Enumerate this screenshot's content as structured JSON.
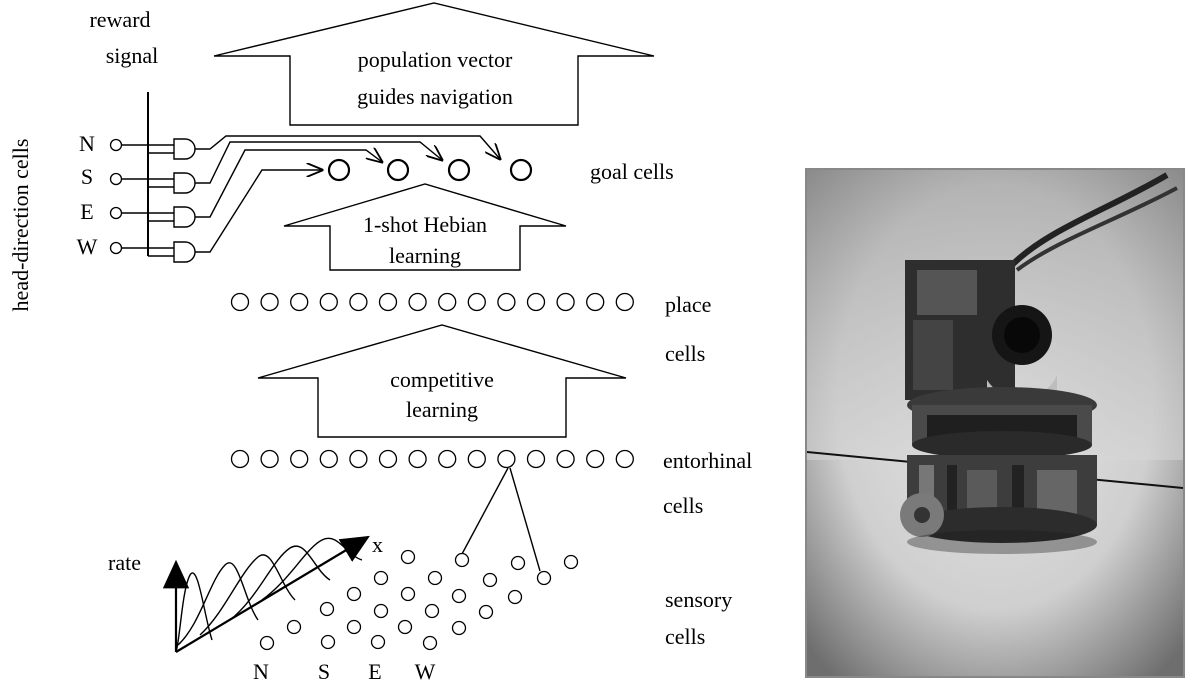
{
  "labels": {
    "reward_signal_line1": "reward",
    "reward_signal_line2": "signal",
    "head_direction_cells": "head-direction cells",
    "dir_N": "N",
    "dir_S": "S",
    "dir_E": "E",
    "dir_W": "W",
    "population_line1": "population vector",
    "population_line2": "guides navigation",
    "goal_cells": "goal cells",
    "hebian_line1": "1-shot Hebian",
    "hebian_line2": "learning",
    "place_line1": "place",
    "place_line2": "cells",
    "competitive_line1": "competitive",
    "competitive_line2": "learning",
    "entorhinal_line1": "entorhinal",
    "entorhinal_line2": "cells",
    "rate": "rate",
    "x_axis": "x",
    "sensory_line1": "sensory",
    "sensory_line2": "cells",
    "bottom_N": "N",
    "bottom_S": "S",
    "bottom_E": "E",
    "bottom_W": "W"
  },
  "photo": {
    "description_icon": "robot-photo"
  }
}
